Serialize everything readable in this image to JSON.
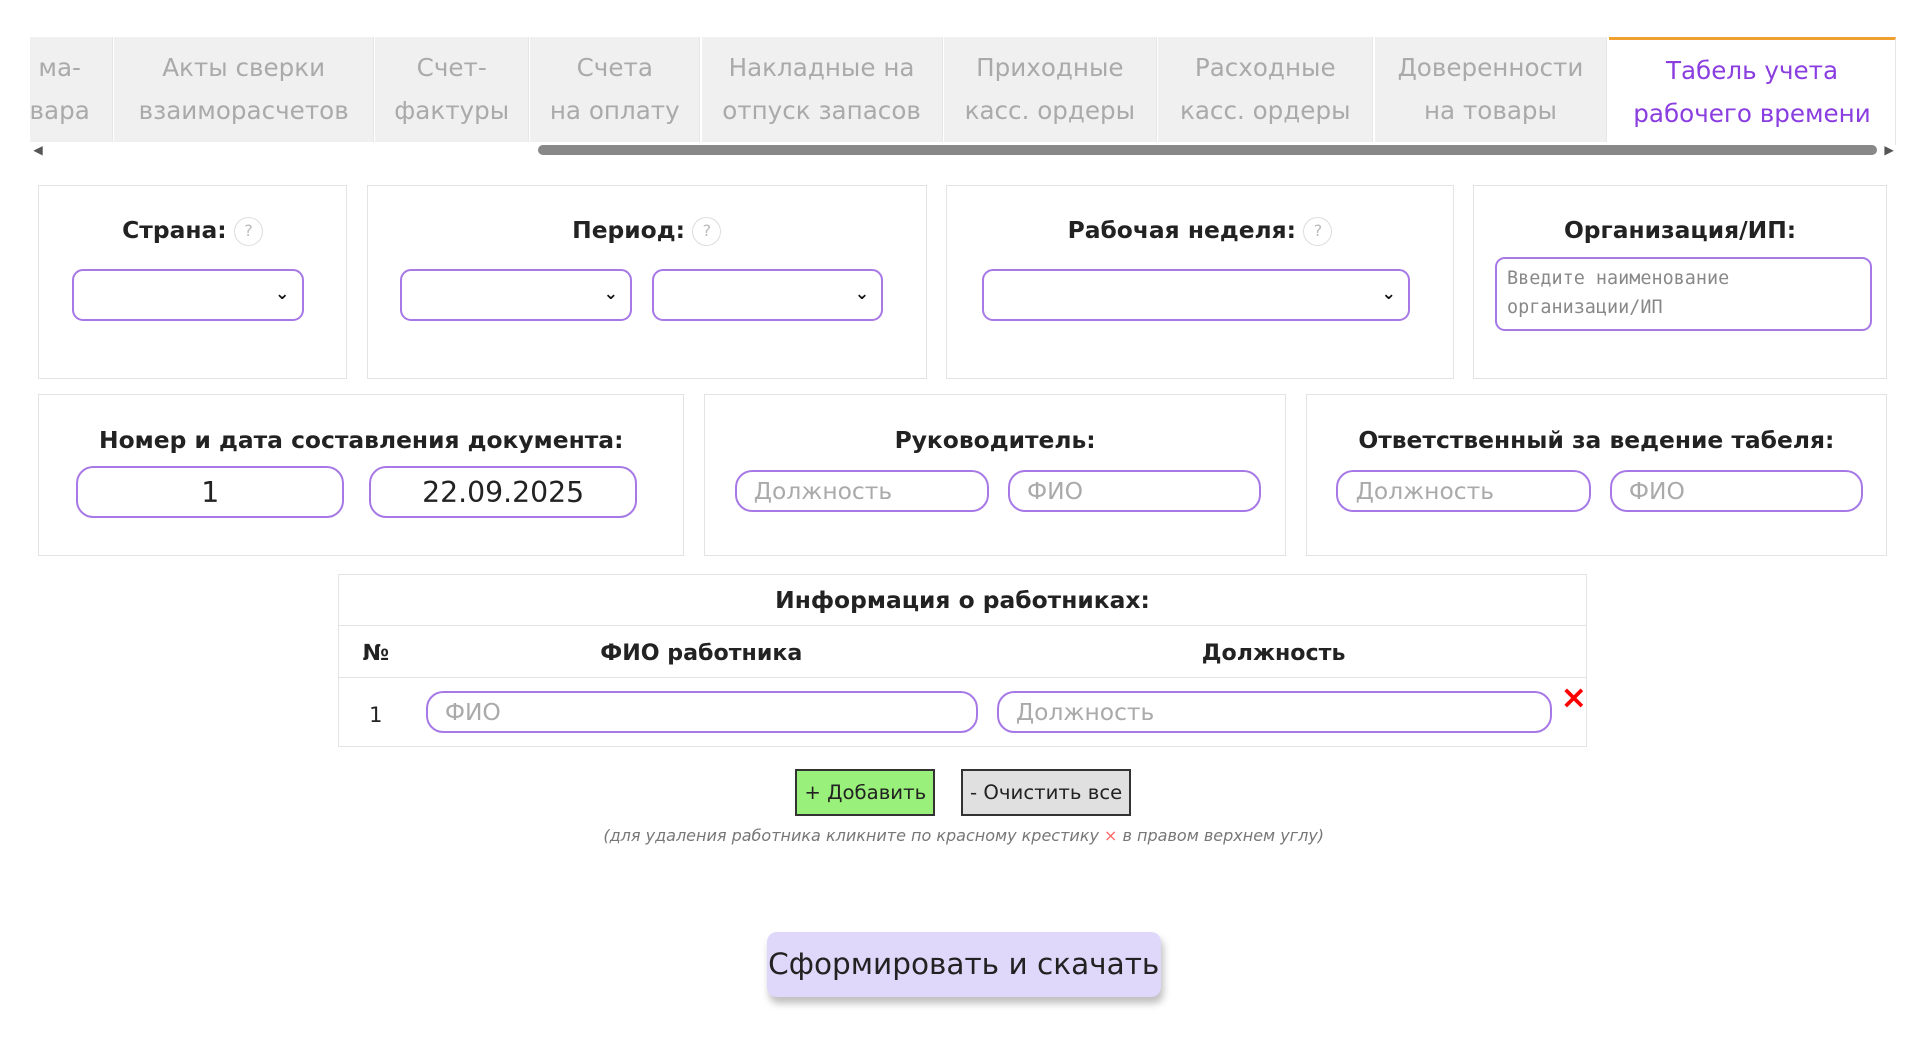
{
  "tabs": [
    {
      "label": "ма-\nвара",
      "active": false
    },
    {
      "label": "Акты сверки\nвзаиморасчетов",
      "active": false
    },
    {
      "label": "Счет-\nфактуры",
      "active": false
    },
    {
      "label": "Счета\nна оплату",
      "active": false
    },
    {
      "label": "Накладные на\nотпуск запасов",
      "active": false
    },
    {
      "label": "Приходные\nкасс. ордеры",
      "active": false
    },
    {
      "label": "Расходные\nкасс. ордеры",
      "active": false
    },
    {
      "label": "Доверенности\nна товары",
      "active": false
    },
    {
      "label": "Табель учета\nрабочего времени",
      "active": true
    }
  ],
  "help_icon": "?",
  "country": {
    "label": "Страна:",
    "value": ""
  },
  "period": {
    "label": "Период:",
    "value1": "",
    "value2": ""
  },
  "work_week": {
    "label": "Рабочая неделя:",
    "value": ""
  },
  "organization": {
    "label": "Организация/ИП:",
    "placeholder": "Введите наименование организации/ИП"
  },
  "document": {
    "label": "Номер и дата составления документа:",
    "number": "1",
    "date": "22.09.2025"
  },
  "director": {
    "label": "Руководитель:",
    "position_placeholder": "Должность",
    "name_placeholder": "ФИО"
  },
  "responsible": {
    "label": "Ответственный за ведение табеля:",
    "position_placeholder": "Должность",
    "name_placeholder": "ФИО"
  },
  "workers": {
    "title": "Информация о работниках:",
    "columns": [
      "№",
      "ФИО работника",
      "Должность"
    ],
    "rows": [
      {
        "num": "1",
        "name_placeholder": "ФИО",
        "position_placeholder": "Должность"
      }
    ],
    "delete_icon": "×"
  },
  "buttons": {
    "add": "+ Добавить",
    "clear": "- Очистить все",
    "submit": "Сформировать и скачать"
  },
  "note": {
    "before": "(для удаления работника кликните по красному крестику ",
    "mark": "×",
    "after": " в правом верхнем углу)"
  },
  "colors": {
    "accent": "#a779e6",
    "active_tab_text": "#8a3ee0",
    "active_tab_border": "#f0a030",
    "add_button": "#99f07a",
    "submit_button": "#e0d8fb",
    "delete": "#ff0000"
  }
}
